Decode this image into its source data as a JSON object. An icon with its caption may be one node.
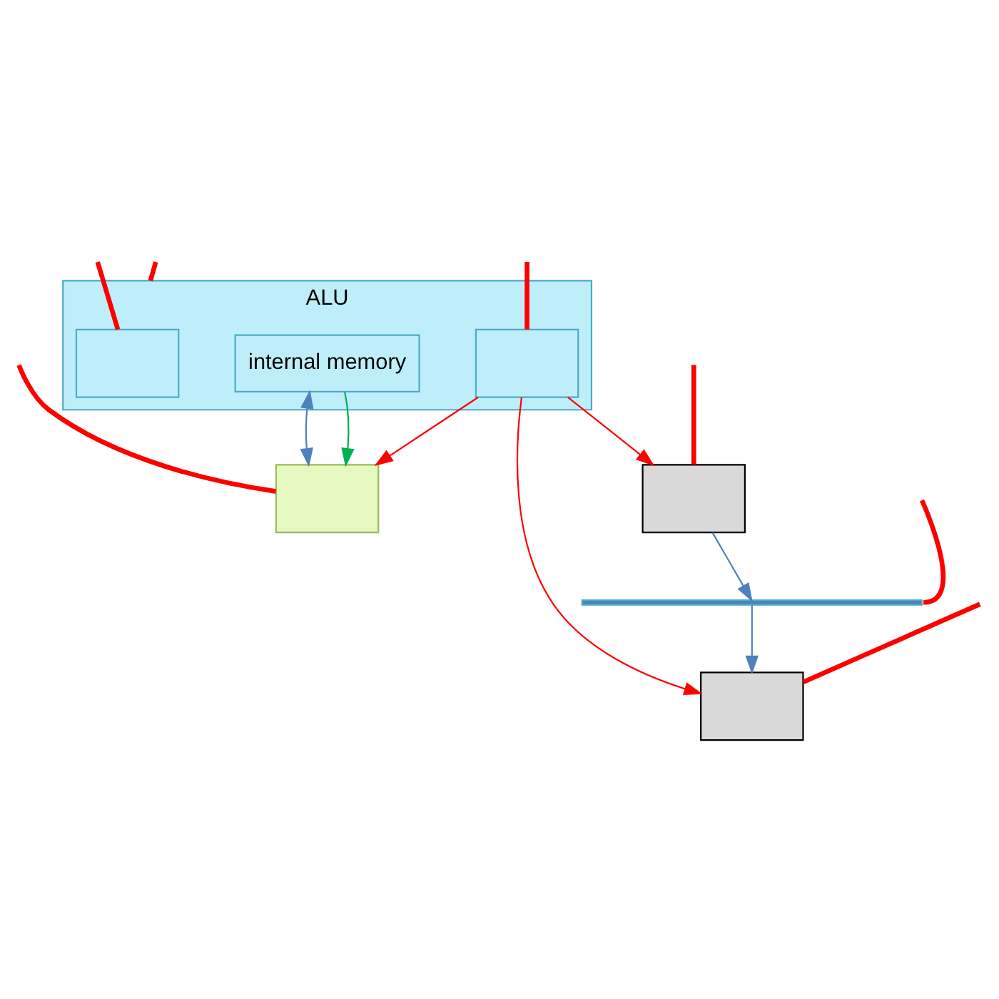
{
  "diagram": {
    "nodes": [
      {
        "text": [],
        "shape": "box"
      },
      {
        "text": [
          "ALU"
        ]
      },
      {
        "text": [],
        "shape": "box",
        "in": 1
      },
      {
        "text": [
          "internal memory"
        ],
        "in": 1
      },
      {
        "text": [],
        "shape": "box",
        "in": 1
      },
      {
        "text": [],
        "shape": "box"
      },
      {
        "text": [],
        "shape": "box"
      },
      {
        "text": [],
        "shape": "bar"
      }
    ],
    "edges": [
      {
        "from": 4,
        "to": 0,
        "arrow": "to",
        "color": "#ff0000"
      },
      {
        "from": 4,
        "to": 5,
        "arrow": "to",
        "color": "#ff0000"
      },
      {
        "from": 4,
        "to": 6,
        "arrow": "to",
        "color": "#ff0000"
      },
      {
        "from": 0,
        "to": 7,
        "arrow": "to",
        "color": "#4f81bd"
      },
      {
        "from": 7,
        "to": 5,
        "arrow": "to",
        "color": "#4f81bd"
      },
      {
        "from": 3,
        "to": 6,
        "arrow": "both",
        "color": "#4f81bd"
      },
      {
        "from": 3,
        "to": 6,
        "arrow": "to",
        "color": "#00b050"
      },
      {
        "from": null,
        "to": 0,
        "arrow": "none",
        "style": "thick"
      },
      {
        "from": null,
        "to": 2,
        "arrow": "none",
        "style": "thick"
      },
      {
        "from": null,
        "to": 1,
        "arrow": "none",
        "style": "thick"
      },
      {
        "from": null,
        "to": 4,
        "arrow": "none",
        "style": "thick"
      },
      {
        "from": null,
        "to": 5,
        "arrow": "none",
        "style": "thick"
      },
      {
        "from": null,
        "to": 7,
        "arrow": "none",
        "style": "thick"
      },
      {
        "from": null,
        "to": 6,
        "arrow": "none",
        "style": "thick"
      }
    ]
  }
}
